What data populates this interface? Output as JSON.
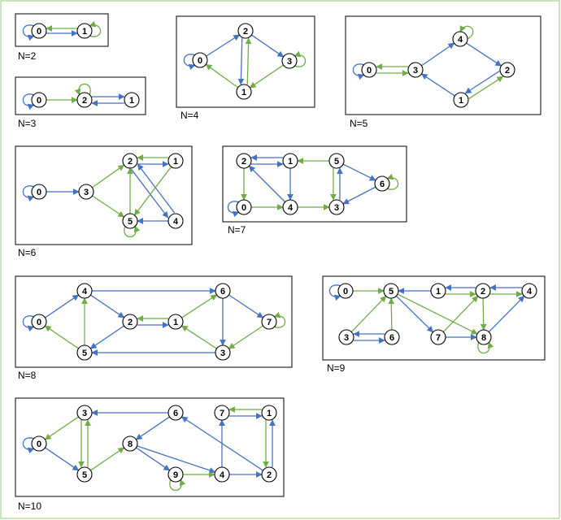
{
  "colors": {
    "blue": "#4472c4",
    "green": "#70ad47",
    "node_stroke": "#000000",
    "outer_frame": "#a9d18e"
  },
  "panels": [
    {
      "caption": "N=2",
      "nodes": [
        {
          "id": "0"
        },
        {
          "id": "1"
        }
      ],
      "edges": [
        {
          "from": "0",
          "to": "0",
          "color": "blue"
        },
        {
          "from": "0",
          "to": "1",
          "color": "blue"
        },
        {
          "from": "1",
          "to": "0",
          "color": "green"
        },
        {
          "from": "1",
          "to": "1",
          "color": "green"
        }
      ]
    },
    {
      "caption": "N=3",
      "nodes": [
        {
          "id": "0"
        },
        {
          "id": "2"
        },
        {
          "id": "1"
        }
      ],
      "edges": [
        {
          "from": "0",
          "to": "0",
          "color": "blue"
        },
        {
          "from": "0",
          "to": "2",
          "color": "green"
        },
        {
          "from": "2",
          "to": "2",
          "color": "green"
        },
        {
          "from": "2",
          "to": "1",
          "color": "blue"
        },
        {
          "from": "1",
          "to": "2",
          "color": "blue"
        }
      ]
    },
    {
      "caption": "N=4",
      "nodes": [
        {
          "id": "0"
        },
        {
          "id": "2"
        },
        {
          "id": "1"
        },
        {
          "id": "3"
        }
      ],
      "edges": [
        {
          "from": "0",
          "to": "0",
          "color": "blue"
        },
        {
          "from": "0",
          "to": "2",
          "color": "blue"
        },
        {
          "from": "2",
          "to": "3",
          "color": "blue"
        },
        {
          "from": "2",
          "to": "1",
          "color": "blue"
        },
        {
          "from": "1",
          "to": "2",
          "color": "green"
        },
        {
          "from": "1",
          "to": "0",
          "color": "green"
        },
        {
          "from": "3",
          "to": "1",
          "color": "green"
        },
        {
          "from": "3",
          "to": "3",
          "color": "green"
        }
      ]
    },
    {
      "caption": "N=5",
      "nodes": [
        {
          "id": "0"
        },
        {
          "id": "3"
        },
        {
          "id": "4"
        },
        {
          "id": "2"
        },
        {
          "id": "1"
        }
      ],
      "edges": [
        {
          "from": "0",
          "to": "0",
          "color": "blue"
        },
        {
          "from": "0",
          "to": "3",
          "color": "green"
        },
        {
          "from": "3",
          "to": "0",
          "color": "green"
        },
        {
          "from": "3",
          "to": "4",
          "color": "blue"
        },
        {
          "from": "4",
          "to": "4",
          "color": "green"
        },
        {
          "from": "4",
          "to": "2",
          "color": "blue"
        },
        {
          "from": "1",
          "to": "3",
          "color": "blue"
        },
        {
          "from": "1",
          "to": "2",
          "color": "green"
        },
        {
          "from": "2",
          "to": "1",
          "color": "blue"
        }
      ]
    },
    {
      "caption": "N=6",
      "nodes": [
        {
          "id": "0"
        },
        {
          "id": "3"
        },
        {
          "id": "2"
        },
        {
          "id": "1"
        },
        {
          "id": "5"
        },
        {
          "id": "4"
        }
      ],
      "edges": [
        {
          "from": "0",
          "to": "0",
          "color": "blue"
        },
        {
          "from": "0",
          "to": "3",
          "color": "blue"
        },
        {
          "from": "3",
          "to": "2",
          "color": "green"
        },
        {
          "from": "3",
          "to": "5",
          "color": "green"
        },
        {
          "from": "2",
          "to": "1",
          "color": "blue"
        },
        {
          "from": "1",
          "to": "2",
          "color": "green"
        },
        {
          "from": "2",
          "to": "4",
          "color": "blue"
        },
        {
          "from": "4",
          "to": "2",
          "color": "blue"
        },
        {
          "from": "1",
          "to": "5",
          "color": "green"
        },
        {
          "from": "5",
          "to": "2",
          "color": "green"
        },
        {
          "from": "4",
          "to": "5",
          "color": "blue"
        },
        {
          "from": "5",
          "to": "5",
          "color": "green"
        }
      ]
    },
    {
      "caption": "N=7",
      "nodes": [
        {
          "id": "2"
        },
        {
          "id": "1"
        },
        {
          "id": "5"
        },
        {
          "id": "6"
        },
        {
          "id": "0"
        },
        {
          "id": "4"
        },
        {
          "id": "3"
        }
      ],
      "edges": [
        {
          "from": "2",
          "to": "1",
          "color": "blue"
        },
        {
          "from": "1",
          "to": "2",
          "color": "blue"
        },
        {
          "from": "5",
          "to": "1",
          "color": "green"
        },
        {
          "from": "5",
          "to": "6",
          "color": "blue"
        },
        {
          "from": "6",
          "to": "6",
          "color": "green"
        },
        {
          "from": "6",
          "to": "3",
          "color": "blue"
        },
        {
          "from": "2",
          "to": "0",
          "color": "green"
        },
        {
          "from": "0",
          "to": "0",
          "color": "blue"
        },
        {
          "from": "0",
          "to": "4",
          "color": "green"
        },
        {
          "from": "4",
          "to": "2",
          "color": "blue"
        },
        {
          "from": "1",
          "to": "4",
          "color": "blue"
        },
        {
          "from": "4",
          "to": "3",
          "color": "green"
        },
        {
          "from": "3",
          "to": "5",
          "color": "blue"
        },
        {
          "from": "5",
          "to": "3",
          "color": "green"
        }
      ]
    },
    {
      "caption": "N=8",
      "nodes": [
        {
          "id": "0"
        },
        {
          "id": "4"
        },
        {
          "id": "6"
        },
        {
          "id": "2"
        },
        {
          "id": "1"
        },
        {
          "id": "7"
        },
        {
          "id": "5"
        },
        {
          "id": "3"
        }
      ],
      "edges": [
        {
          "from": "0",
          "to": "0",
          "color": "blue"
        },
        {
          "from": "0",
          "to": "4",
          "color": "blue"
        },
        {
          "from": "4",
          "to": "6",
          "color": "blue"
        },
        {
          "from": "4",
          "to": "2",
          "color": "blue"
        },
        {
          "from": "2",
          "to": "1",
          "color": "blue"
        },
        {
          "from": "1",
          "to": "2",
          "color": "green"
        },
        {
          "from": "1",
          "to": "6",
          "color": "green"
        },
        {
          "from": "6",
          "to": "7",
          "color": "blue"
        },
        {
          "from": "7",
          "to": "7",
          "color": "green"
        },
        {
          "from": "6",
          "to": "3",
          "color": "blue"
        },
        {
          "from": "7",
          "to": "3",
          "color": "green"
        },
        {
          "from": "3",
          "to": "1",
          "color": "green"
        },
        {
          "from": "3",
          "to": "5",
          "color": "blue"
        },
        {
          "from": "5",
          "to": "0",
          "color": "green"
        },
        {
          "from": "5",
          "to": "4",
          "color": "green"
        },
        {
          "from": "2",
          "to": "5",
          "color": "blue"
        }
      ]
    },
    {
      "caption": "N=9",
      "nodes": [
        {
          "id": "0"
        },
        {
          "id": "5"
        },
        {
          "id": "1"
        },
        {
          "id": "2"
        },
        {
          "id": "4"
        },
        {
          "id": "3"
        },
        {
          "id": "6"
        },
        {
          "id": "7"
        },
        {
          "id": "8"
        }
      ],
      "edges": [
        {
          "from": "0",
          "to": "0",
          "color": "blue"
        },
        {
          "from": "0",
          "to": "5",
          "color": "green"
        },
        {
          "from": "1",
          "to": "5",
          "color": "blue"
        },
        {
          "from": "1",
          "to": "2",
          "color": "green"
        },
        {
          "from": "2",
          "to": "1",
          "color": "blue"
        },
        {
          "from": "4",
          "to": "2",
          "color": "blue"
        },
        {
          "from": "2",
          "to": "4",
          "color": "green"
        },
        {
          "from": "2",
          "to": "8",
          "color": "green"
        },
        {
          "from": "8",
          "to": "4",
          "color": "blue"
        },
        {
          "from": "8",
          "to": "8",
          "color": "green"
        },
        {
          "from": "5",
          "to": "7",
          "color": "blue"
        },
        {
          "from": "5",
          "to": "8",
          "color": "green"
        },
        {
          "from": "7",
          "to": "2",
          "color": "green"
        },
        {
          "from": "7",
          "to": "8",
          "color": "blue"
        },
        {
          "from": "3",
          "to": "5",
          "color": "green"
        },
        {
          "from": "3",
          "to": "6",
          "color": "blue"
        },
        {
          "from": "6",
          "to": "3",
          "color": "blue"
        },
        {
          "from": "6",
          "to": "5",
          "color": "green"
        }
      ]
    },
    {
      "caption": "N=10",
      "nodes": [
        {
          "id": "0"
        },
        {
          "id": "3"
        },
        {
          "id": "5"
        },
        {
          "id": "8"
        },
        {
          "id": "6"
        },
        {
          "id": "7"
        },
        {
          "id": "1"
        },
        {
          "id": "9"
        },
        {
          "id": "4"
        },
        {
          "id": "2"
        }
      ],
      "edges": [
        {
          "from": "0",
          "to": "0",
          "color": "blue"
        },
        {
          "from": "0",
          "to": "5",
          "color": "blue"
        },
        {
          "from": "3",
          "to": "0",
          "color": "green"
        },
        {
          "from": "3",
          "to": "5",
          "color": "green"
        },
        {
          "from": "5",
          "to": "3",
          "color": "green"
        },
        {
          "from": "5",
          "to": "8",
          "color": "green"
        },
        {
          "from": "6",
          "to": "3",
          "color": "blue"
        },
        {
          "from": "6",
          "to": "8",
          "color": "blue"
        },
        {
          "from": "7",
          "to": "1",
          "color": "blue"
        },
        {
          "from": "1",
          "to": "7",
          "color": "green"
        },
        {
          "from": "8",
          "to": "9",
          "color": "blue"
        },
        {
          "from": "8",
          "to": "4",
          "color": "blue"
        },
        {
          "from": "9",
          "to": "9",
          "color": "green"
        },
        {
          "from": "9",
          "to": "4",
          "color": "green"
        },
        {
          "from": "4",
          "to": "7",
          "color": "blue"
        },
        {
          "from": "4",
          "to": "2",
          "color": "blue"
        },
        {
          "from": "2",
          "to": "6",
          "color": "blue"
        },
        {
          "from": "2",
          "to": "1",
          "color": "blue"
        },
        {
          "from": "1",
          "to": "2",
          "color": "green"
        }
      ]
    }
  ]
}
